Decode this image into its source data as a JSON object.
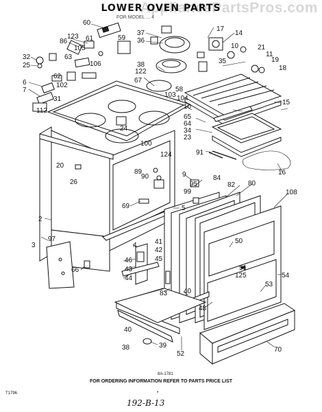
{
  "title": "LOWER OVEN PARTS",
  "watermark": "AppliancePartsPros.com",
  "subtitle": "FOR MODEL ... 4",
  "catalog_number": "8A-1781",
  "footer_note": "FOR ORDERING INFORMATION REFER TO PARTS PRICE LIST",
  "page_code": "T1796",
  "page_dot": "•",
  "handwritten": "192-B-13",
  "part_labels": [
    "60",
    "37",
    "17",
    "14",
    "36",
    "86",
    "123",
    "61",
    "59",
    "10",
    "21",
    "11",
    "32",
    "25",
    "106",
    "105",
    "63",
    "38",
    "35",
    "19",
    "18",
    "62",
    "122",
    "102",
    "6",
    "67",
    "7",
    "58",
    "103",
    "104",
    "31",
    "112",
    "10",
    "65",
    "15",
    "64",
    "34",
    "124",
    "24",
    "23",
    "100",
    "20",
    "91",
    "26",
    "16",
    "89",
    "9",
    "84",
    "90",
    "95",
    "82",
    "99",
    "80",
    "108",
    "69",
    "5",
    "2",
    "4",
    "97",
    "3",
    "41",
    "42",
    "50",
    "46",
    "45",
    "51",
    "125",
    "43",
    "66",
    "44",
    "54",
    "83",
    "53",
    "40",
    "48",
    "39",
    "38",
    "52",
    "70",
    "40"
  ]
}
